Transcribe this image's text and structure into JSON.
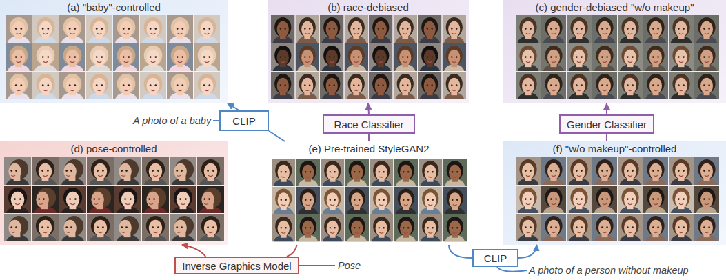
{
  "diagram": {
    "nodes": [
      {
        "text": [
          "(a) \"baby\"-controlled"
        ]
      },
      {
        "text": [
          "(b) race-debiased"
        ]
      },
      {
        "text": [
          "(c) gender-debiased \"w/o makeup\""
        ]
      },
      {
        "text": [
          "CLIP"
        ]
      },
      {
        "text": [
          "Race Classifier"
        ]
      },
      {
        "text": [
          "Gender Classifier"
        ]
      },
      {
        "text": [
          "(d) pose-controlled"
        ]
      },
      {
        "text": [
          "(e) Pre-trained StyleGAN2"
        ]
      },
      {
        "text": [
          "(f) \"w/o makeup\"-controlled"
        ]
      },
      {
        "text": [
          "Inverse Graphics Model"
        ]
      },
      {
        "text": [
          "CLIP"
        ]
      }
    ],
    "edges": [
      {
        "from": 7,
        "to": 3,
        "arrow": "none"
      },
      {
        "from": 3,
        "to": 0,
        "arrow": "to"
      },
      {
        "from": 7,
        "to": 4,
        "arrow": "none"
      },
      {
        "from": 4,
        "to": 1,
        "arrow": "to"
      },
      {
        "from": 8,
        "to": 5,
        "arrow": "none"
      },
      {
        "from": 5,
        "to": 2,
        "arrow": "to"
      },
      {
        "from": 7,
        "to": 9,
        "arrow": "none"
      },
      {
        "from": 9,
        "to": 6,
        "arrow": "to"
      },
      {
        "from": 7,
        "to": 10,
        "arrow": "none"
      },
      {
        "from": 10,
        "to": 8,
        "arrow": "to"
      }
    ],
    "labels": [
      "A photo of a baby",
      "Pose",
      "A photo of a person without makeup"
    ]
  }
}
